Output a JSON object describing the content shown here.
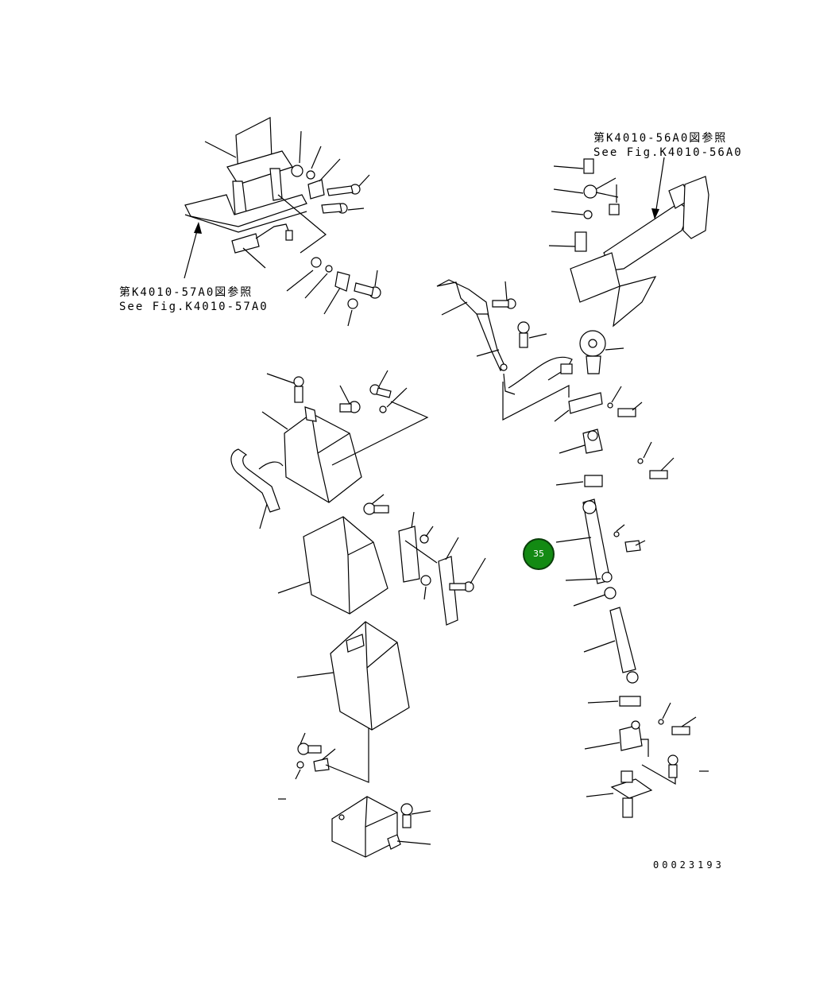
{
  "references": {
    "left": {
      "line1": "第K4010-57A0図参照",
      "line2": "See Fig.K4010-57A0"
    },
    "right": {
      "line1": "第K4010-56A0図参照",
      "line2": "See Fig.K4010-56A0"
    }
  },
  "drawing_number": "00023193",
  "callouts": [
    {
      "label": "35",
      "color": "#138a13"
    }
  ]
}
